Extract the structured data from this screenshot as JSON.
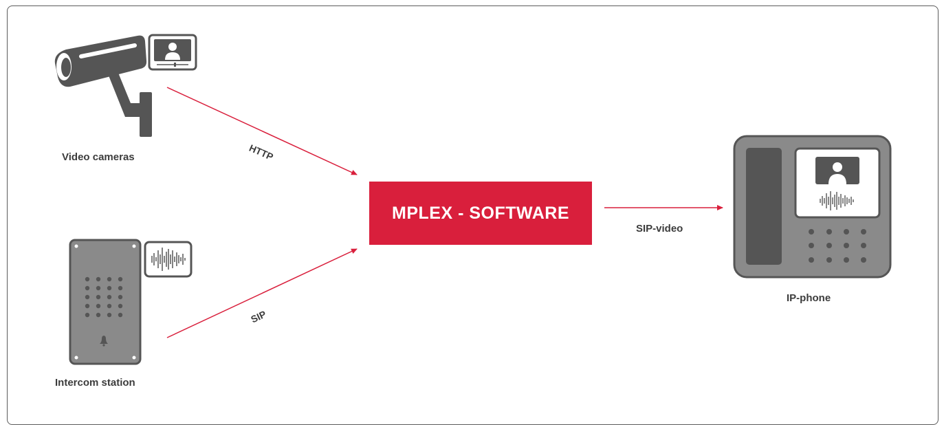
{
  "diagram": {
    "main_box_label": "MPLEX - SOFTWARE",
    "nodes": {
      "video_cameras": "Video cameras",
      "intercom_station": "Intercom station",
      "ip_phone": "IP-phone"
    },
    "edges": {
      "http": "HTTP",
      "sip": "SIP",
      "sip_video": "SIP-video"
    },
    "colors": {
      "accent": "#d91f3c",
      "device_dark": "#555555",
      "device_gray": "#8a8a8a",
      "text": "#3c3c3c"
    }
  }
}
